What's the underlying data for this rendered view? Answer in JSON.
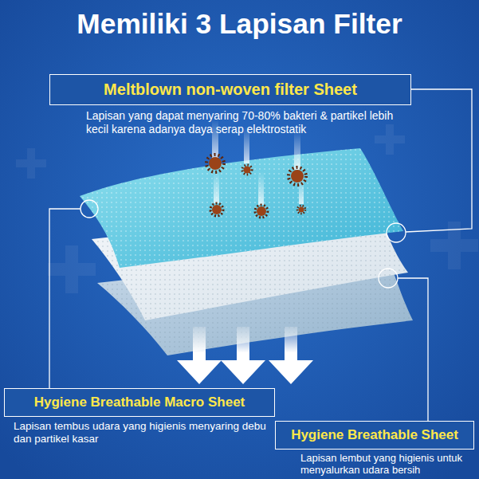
{
  "diagram": {
    "title": "Memiliki 3 Lapisan Filter",
    "nodes": [
      {
        "text": [
          "Meltblown non-woven filter Sheet",
          "Lapisan yang dapat menyaring 70-80% bakteri & partikel lebih kecil karena adanya daya serap elektrostatik"
        ]
      },
      {
        "text": [
          "Hygiene Breathable Macro Sheet",
          "Lapisan tembus udara yang higienis menyaring debu dan partikel kasar"
        ]
      },
      {
        "text": [
          "Hygiene Breathable Sheet",
          "Lapisan lembut yang higienis untuk menyalurkan udara bersih"
        ]
      }
    ]
  }
}
